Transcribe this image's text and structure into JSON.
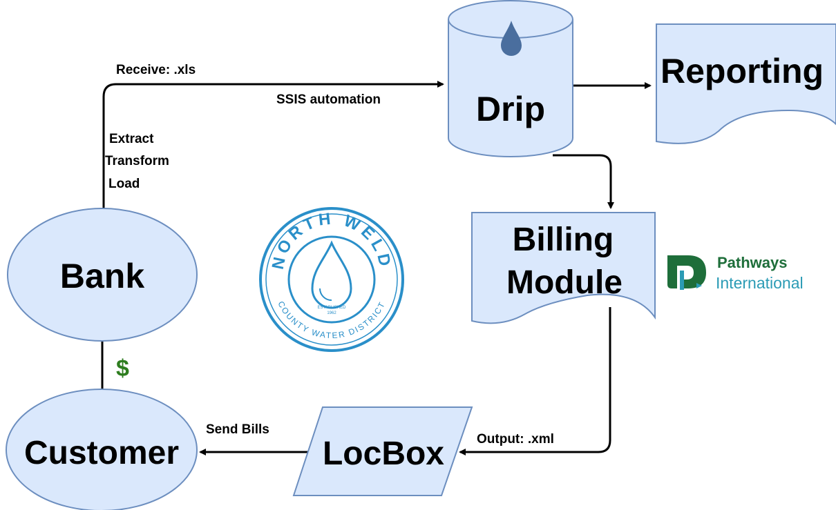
{
  "nodes": {
    "bank": "Bank",
    "customer": "Customer",
    "drip": "Drip",
    "reporting": "Reporting",
    "billing_line1": "Billing",
    "billing_line2": "Module",
    "locbox": "LocBox"
  },
  "edge_labels": {
    "receive": "Receive: .xls",
    "ssis": "SSIS automation",
    "extract": "Extract",
    "transform": "Transform",
    "load": "Load",
    "output": "Output: .xml",
    "send_bills": "Send Bills",
    "payment": "$"
  },
  "logos": {
    "north_weld": {
      "top_text": "NORTH WELD",
      "bottom_text": "COUNTY WATER DISTRICT",
      "established": "ESTABLISHED",
      "year": "1962"
    },
    "pathways": {
      "line1": "Pathways",
      "line2": "International"
    }
  },
  "colors": {
    "node_fill": "#dae8fc",
    "node_stroke": "#6c8ebf",
    "edge": "#000000",
    "dollar": "#2e7d1f",
    "drop": "#4a6e9e",
    "logo_blue": "#2a8fc9",
    "pathways_green": "#1e6e3a",
    "pathways_teal": "#2b9bb5"
  }
}
